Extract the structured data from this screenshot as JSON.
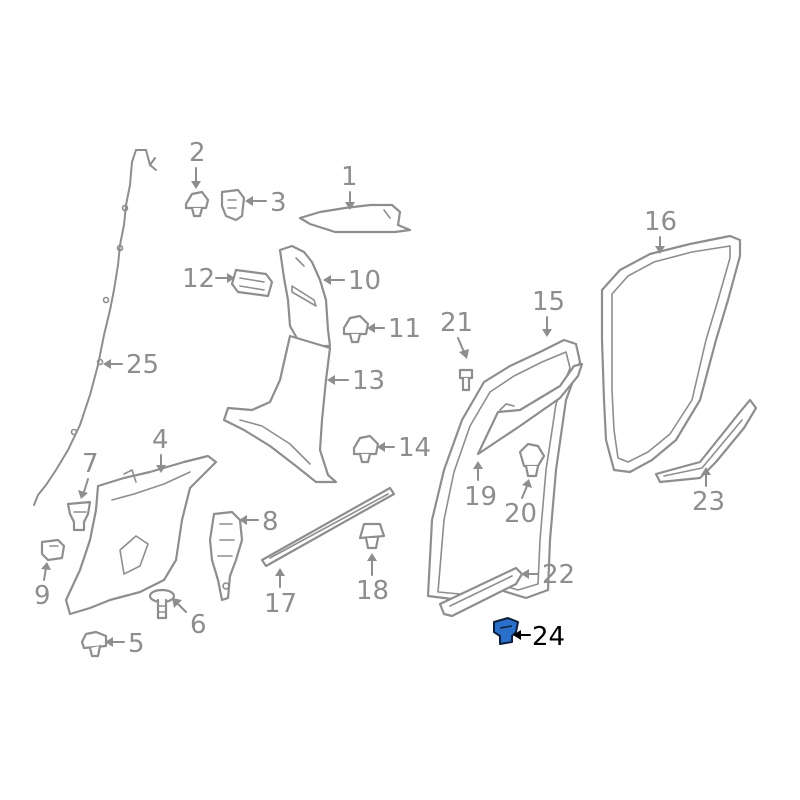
{
  "diagram": {
    "highlight_color": "#2a6fc9",
    "line_color": "#8e8e8e",
    "callouts": [
      {
        "id": "c1",
        "label": "1"
      },
      {
        "id": "c2",
        "label": "2"
      },
      {
        "id": "c3",
        "label": "3"
      },
      {
        "id": "c4",
        "label": "4"
      },
      {
        "id": "c5",
        "label": "5"
      },
      {
        "id": "c6",
        "label": "6"
      },
      {
        "id": "c7",
        "label": "7"
      },
      {
        "id": "c8",
        "label": "8"
      },
      {
        "id": "c9",
        "label": "9"
      },
      {
        "id": "c10",
        "label": "10"
      },
      {
        "id": "c11",
        "label": "11"
      },
      {
        "id": "c12",
        "label": "12"
      },
      {
        "id": "c13",
        "label": "13"
      },
      {
        "id": "c14",
        "label": "14"
      },
      {
        "id": "c15",
        "label": "15"
      },
      {
        "id": "c16",
        "label": "16"
      },
      {
        "id": "c17",
        "label": "17"
      },
      {
        "id": "c18",
        "label": "18"
      },
      {
        "id": "c19",
        "label": "19"
      },
      {
        "id": "c20",
        "label": "20"
      },
      {
        "id": "c21",
        "label": "21"
      },
      {
        "id": "c22",
        "label": "22"
      },
      {
        "id": "c23",
        "label": "23"
      },
      {
        "id": "c24",
        "label": "24",
        "highlighted": true
      },
      {
        "id": "c25",
        "label": "25"
      }
    ]
  }
}
